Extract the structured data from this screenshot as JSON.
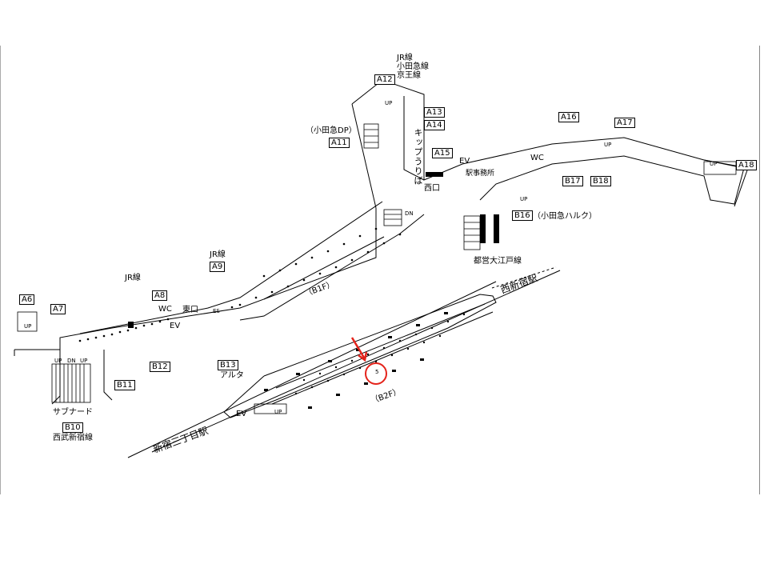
{
  "exits": {
    "A6": "A6",
    "A7": "A7",
    "A8": "A8",
    "A9": "A9",
    "A11": "A11",
    "A12": "A12",
    "A13": "A13",
    "A14": "A14",
    "A15": "A15",
    "A16": "A16",
    "A17": "A17",
    "A18": "A18",
    "B10": "B10",
    "B11": "B11",
    "B12": "B12",
    "B13": "B13",
    "B16": "B16",
    "B17": "B17",
    "B18": "B18"
  },
  "labels": {
    "jr_odakyu_keio": [
      "JR線",
      "小田急線",
      "京王線"
    ],
    "jr_line_left": "JR線",
    "jr_line_mid": "JR線",
    "odakyu_dp": "（小田急DP）",
    "odakyu_halc": "（小田急ハルク）",
    "toei_oedo": "都営大江戸線",
    "ticket": "キップうりば",
    "subnade": "サブナード",
    "seibu": "西武新宿線",
    "alta": "アルタ",
    "floor_b1": "（B1F）",
    "floor_b2": "（B2F）",
    "shinjuku_sanchome": "新宿三丁目駅",
    "nishi_shinjuku": "西新宿駅",
    "east_exit": "東口",
    "west_exit": "西口",
    "station_office": "駅事務所",
    "ev": "EV",
    "wc": "WC",
    "up": "UP",
    "dn": "DN",
    "es": "ES"
  },
  "marker": {
    "highlight_car": "5",
    "color": "#e4231b"
  },
  "colors": {
    "line": "#000000",
    "highlight": "#e4231b"
  }
}
